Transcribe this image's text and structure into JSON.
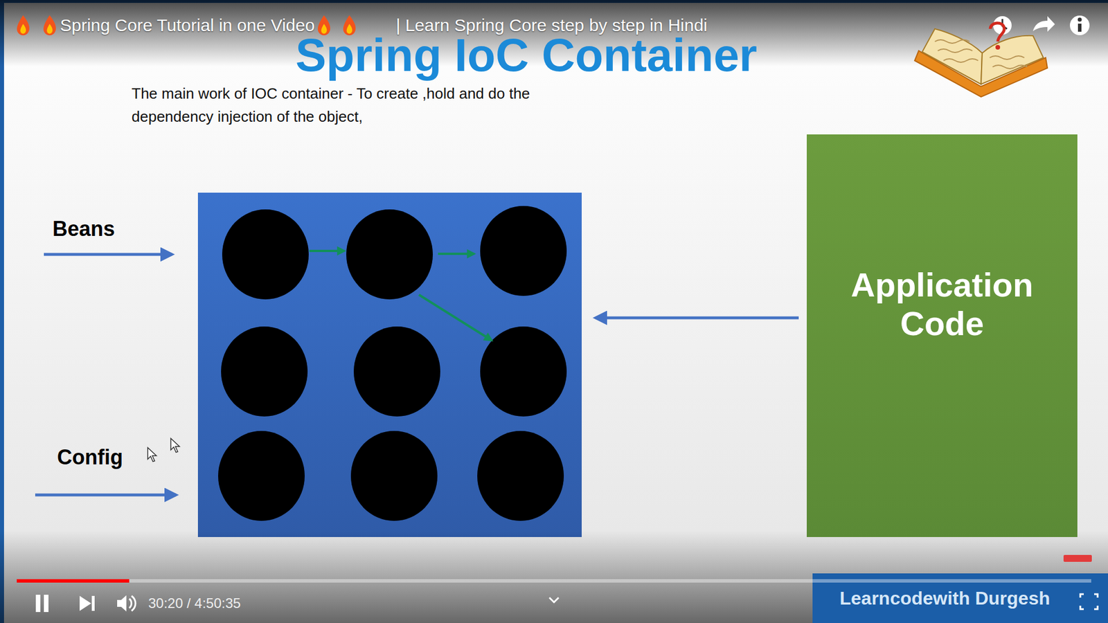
{
  "diagram": {
    "title": "Spring IoC Container",
    "nodes": [
      {
        "text": [
          "Application Code"
        ]
      }
    ],
    "labels": [
      "Spring Core Tutorial in one Video",
      "| Learn Spring Core step by step in Hindi",
      "The main work of IOC container - To create ,hold and do the dependency injection of the object,",
      "Beans",
      "Config",
      "30:20 / 4:50:35",
      "Learncodewith Durgesh"
    ]
  }
}
